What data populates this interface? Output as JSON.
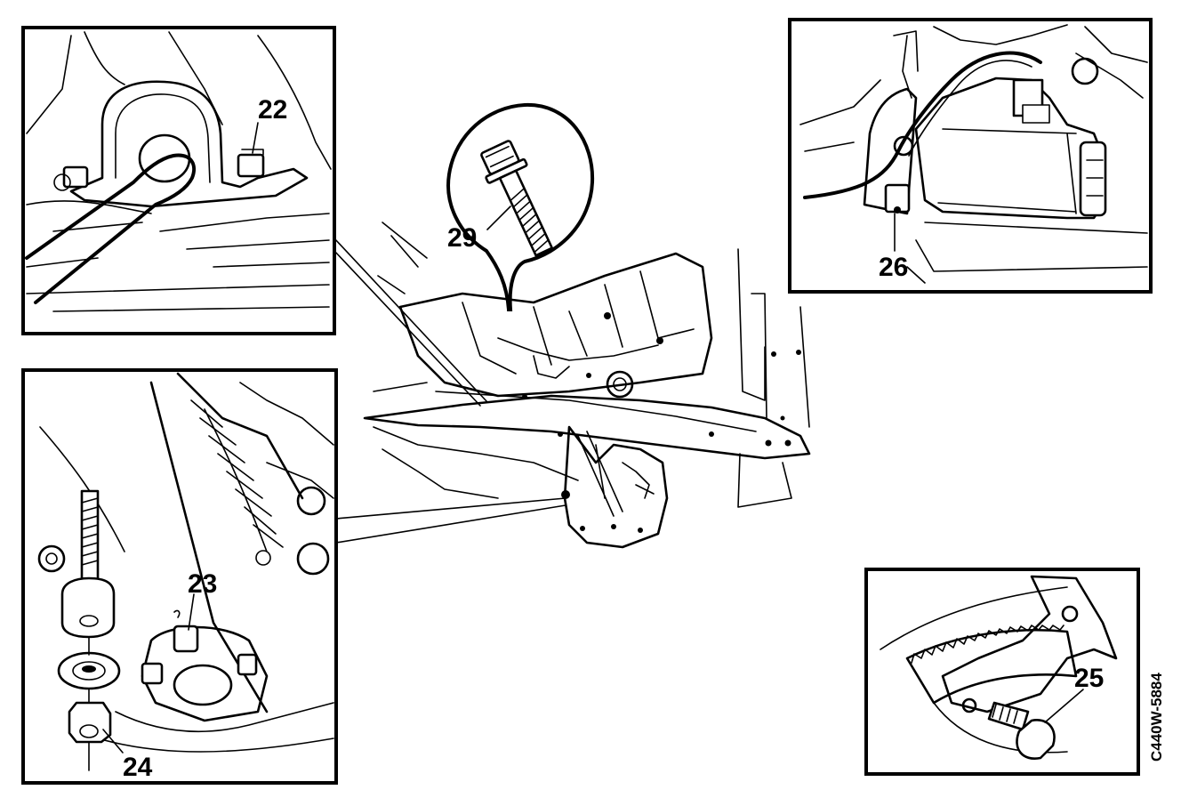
{
  "figure": {
    "callouts": {
      "c22": "22",
      "c23": "23",
      "c24": "24",
      "c25": "25",
      "c26": "26",
      "c29": "29"
    },
    "code": "C440W-5884"
  }
}
